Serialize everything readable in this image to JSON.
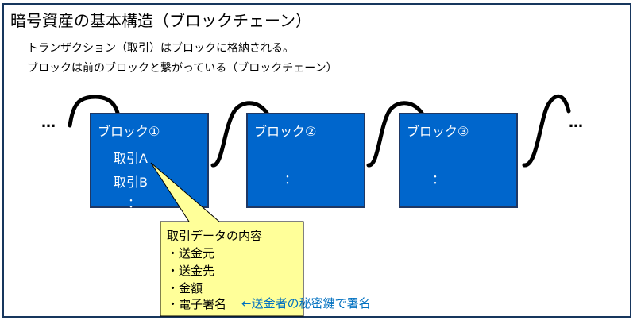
{
  "title": "暗号資産の基本構造（ブロックチェーン）",
  "description": [
    "トランザクション（取引）はブロックに格納される。",
    "ブロックは前のブロックと繋がっている（ブロックチェーン）"
  ],
  "ellipsis_left": "…",
  "ellipsis_right": "…",
  "blocks": [
    {
      "title": "ブロック①",
      "transactions": [
        "取引A",
        "取引B"
      ],
      "more": "："
    },
    {
      "title": "ブロック②",
      "more": "："
    },
    {
      "title": "ブロック③",
      "more": "："
    }
  ],
  "callout": {
    "heading": "取引データの内容",
    "items": [
      "・送金元",
      "・送金先",
      "・金額",
      "・電子署名"
    ]
  },
  "note": "←送金者の秘密鍵で署名",
  "colors": {
    "block_fill": "#0066cc",
    "block_border": "#1f3864",
    "callout_fill": "#ffff99",
    "note_text": "#0070c0",
    "frame_border": "#17365d"
  }
}
